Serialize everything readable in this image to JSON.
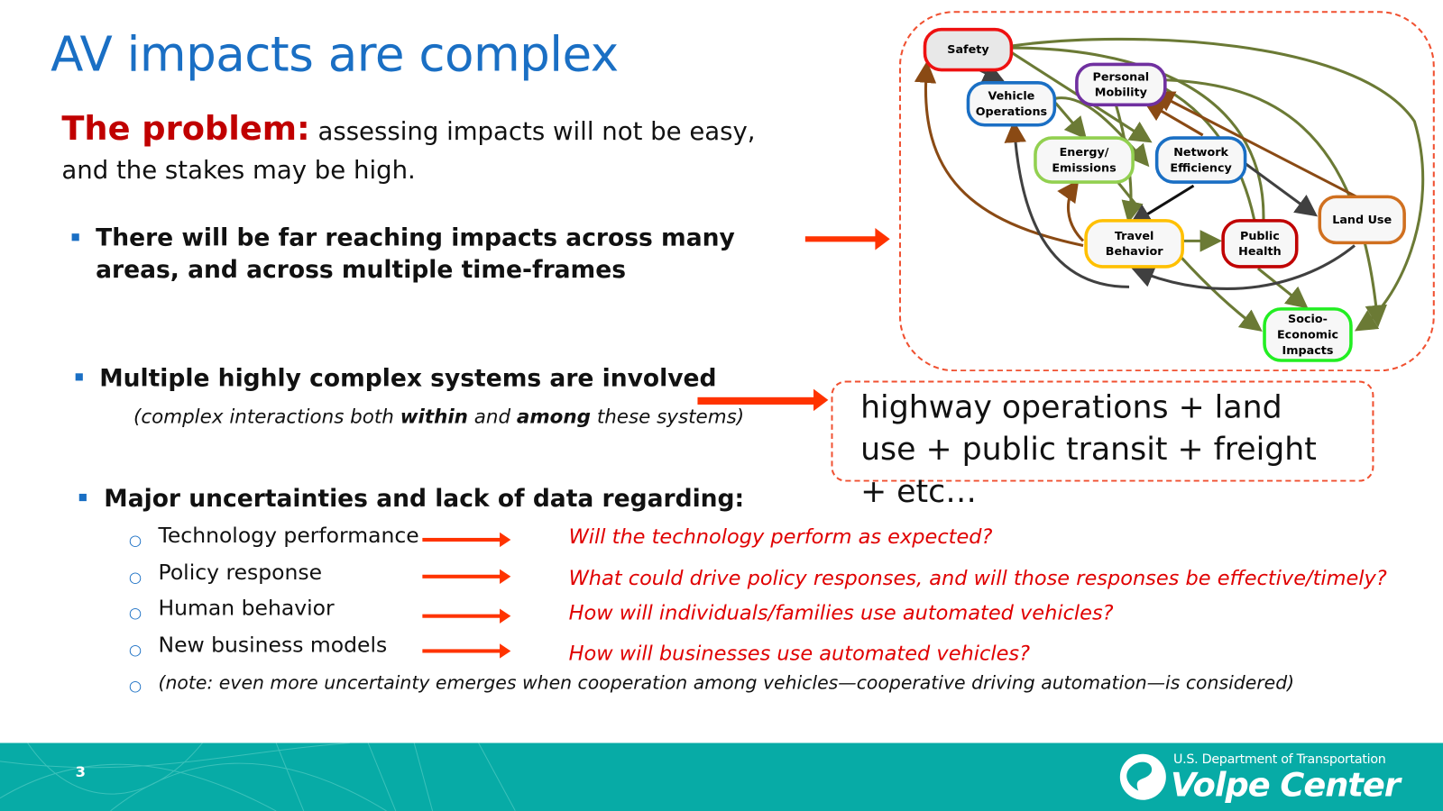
{
  "slide": {
    "title": "AV impacts are complex",
    "problem_lead": "The problem:",
    "problem_text": " assessing impacts will not be easy, and the stakes may be high.",
    "bullets": [
      {
        "text": "There will be far reaching impacts across many areas, and across multiple time-frames"
      },
      {
        "text": "Multiple highly complex systems are involved",
        "note_parts": [
          "(complex interactions both ",
          "within",
          " and ",
          "among",
          " these systems)"
        ]
      },
      {
        "text": "Major uncertainties and lack of data regarding:"
      }
    ],
    "uncertainties": [
      {
        "label": "Technology performance",
        "question": "Will the technology perform as expected?"
      },
      {
        "label": "Policy response",
        "question": "What could drive policy responses, and will those responses be effective/timely?"
      },
      {
        "label": "Human behavior",
        "question": "How will individuals/families use automated vehicles?"
      },
      {
        "label": "New business models",
        "question": "How will businesses use automated vehicles?"
      }
    ],
    "note": "(note: even more uncertainty emerges when  cooperation among vehicles—cooperative driving automation—is considered)",
    "systems_box": "highway operations + land use + public transit + freight + etc…"
  },
  "diagram": {
    "nodes": [
      {
        "id": "safety",
        "lines": [
          "Safety"
        ],
        "color": "#ee1111"
      },
      {
        "id": "vehicle",
        "lines": [
          "Vehicle",
          "Operations"
        ],
        "color": "#1a6fc4"
      },
      {
        "id": "personal",
        "lines": [
          "Personal",
          "Mobility"
        ],
        "color": "#7030a0"
      },
      {
        "id": "energy",
        "lines": [
          "Energy/",
          "Emissions"
        ],
        "color": "#92d050"
      },
      {
        "id": "network",
        "lines": [
          "Network",
          "Efficiency"
        ],
        "color": "#1a6fc4"
      },
      {
        "id": "travel",
        "lines": [
          "Travel",
          "Behavior"
        ],
        "color": "#ffc000"
      },
      {
        "id": "health",
        "lines": [
          "Public",
          "Health"
        ],
        "color": "#c00000"
      },
      {
        "id": "landuse",
        "lines": [
          "Land Use"
        ],
        "color": "#d07020"
      },
      {
        "id": "socio",
        "lines": [
          "Socio-",
          "Economic",
          "Impacts"
        ],
        "color": "#22ee22"
      }
    ]
  },
  "footer": {
    "page_number": "3",
    "org_line": "U.S. Department of Transportation",
    "org_name": "Volpe Center"
  },
  "colors": {
    "title": "#1a6fc4",
    "lead": "#c00000",
    "question": "#e00000",
    "arrow": "#ff3300",
    "footer": "#07aba6"
  }
}
